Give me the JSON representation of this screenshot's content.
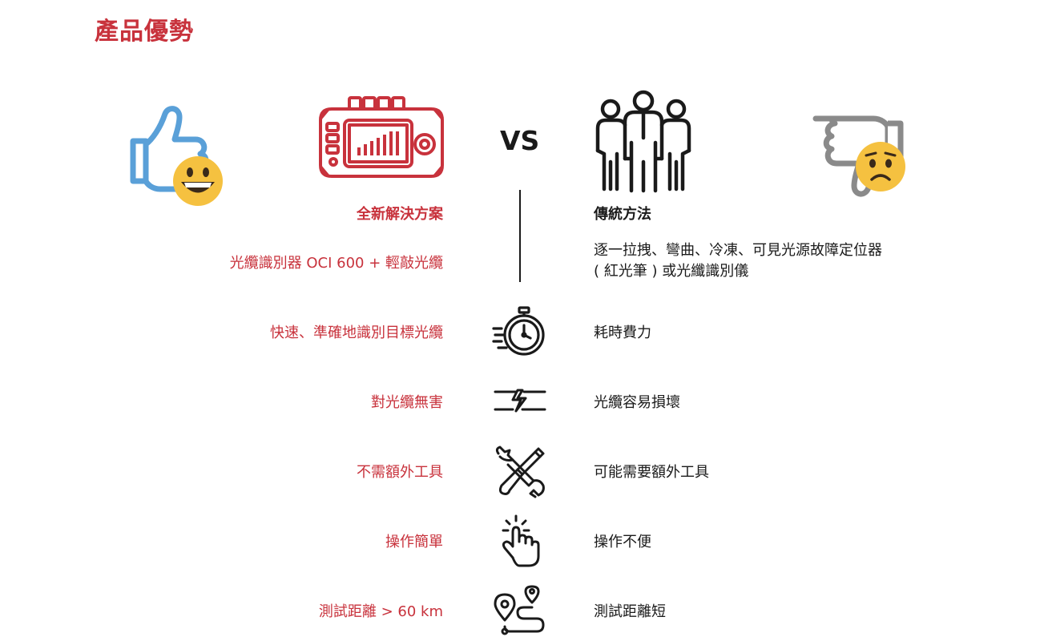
{
  "title": "產品優勢",
  "vs_label": "VS",
  "new_solution": {
    "heading": "全新解決方案",
    "product": "光纜識別器 OCI 600 + 輕敲光纜"
  },
  "traditional": {
    "heading": "傳統方法",
    "method_line1": "逐一拉拽、彎曲、冷凍、可見光源故障定位器",
    "method_line2": "( 紅光筆 ) 或光纖識別儀"
  },
  "rows": [
    {
      "icon": "stopwatch-icon",
      "new": "快速、準確地識別目標光纜",
      "old": "耗時費力"
    },
    {
      "icon": "cable-break-icon",
      "new": "對光纜無害",
      "old": "光纜容易損壞"
    },
    {
      "icon": "tools-icon",
      "new": "不需額外工具",
      "old": "可能需要額外工具"
    },
    {
      "icon": "tap-icon",
      "new": "操作簡單",
      "old": "操作不便"
    },
    {
      "icon": "route-icon",
      "new": "測試距離 > 60 km",
      "old": "測試距離短"
    }
  ],
  "colors": {
    "accent_red": "#c8323c",
    "thumb_blue": "#5aa0d8",
    "thumb_gray": "#8a8a8a",
    "emoji_yellow": "#f5c140",
    "text_dark": "#1a1a1a"
  }
}
